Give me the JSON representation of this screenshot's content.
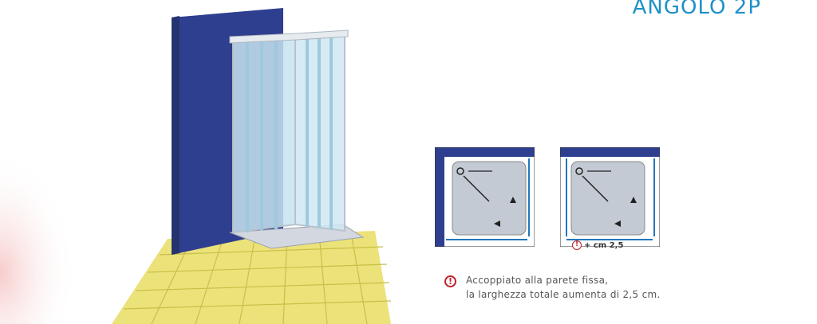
{
  "title": "ANGOLO 2P",
  "colors": {
    "title": "#1e90c8",
    "wall": "#2f3f8f",
    "floor_tile": "#e6df6a",
    "tray": "#c9ced6",
    "alert": "#c0202a"
  },
  "diagrams": [
    {
      "label": "corner-without-fixed-wall"
    },
    {
      "label": "corner-with-fixed-wall",
      "badge": "+ cm 2,5"
    }
  ],
  "note": {
    "icon": "exclamation-icon",
    "line1": "Accoppiato alla parete fissa,",
    "line2": "la larghezza totale aumenta di 2,5 cm."
  }
}
